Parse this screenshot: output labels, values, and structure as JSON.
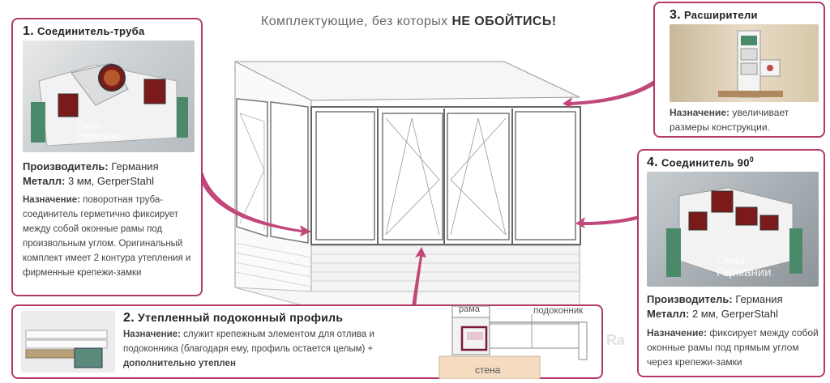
{
  "headline": {
    "prefix": "Комплектующие, без которых ",
    "emphasis": "НЕ ОБОЙТИСЬ!"
  },
  "card1": {
    "number": "1.",
    "title": "Соединитель-труба",
    "logo_line1": "Окна",
    "logo_line2": "Германии",
    "manufacturer_label": "Производитель:",
    "manufacturer_value": "Германия",
    "metal_label": "Металл:",
    "metal_value": "3 мм, GerperStahl",
    "purpose_label": "Назначение:",
    "purpose_text": "поворотная труба-соединитель герметично фиксирует между собой оконные рамы под произвольным углом. Оригинальный комплект имеет 2 контура утепления и фирменные крепежи-замки"
  },
  "card2": {
    "number": "2.",
    "title": "Утепленный подоконный профиль",
    "purpose_label": "Назначение:",
    "purpose_text": "служит крепежным элементом для отлива и подоконника (благодаря ему, профиль остается целым) + ",
    "purpose_bold": "дополнительно утеплен",
    "diagram_frame": "рама",
    "diagram_sill": "подоконник",
    "diagram_wall": "стена"
  },
  "card3": {
    "number": "3.",
    "title": "Расширители",
    "purpose_label": "Назначение:",
    "purpose_text": "увеличивает размеры конструкции."
  },
  "card4": {
    "number": "4.",
    "title": "Соединитель 90",
    "degree": "0",
    "logo_line1": "Окна",
    "logo_line2": "Германии",
    "manufacturer_label": "Производитель:",
    "manufacturer_value": "Германия",
    "metal_label": "Металл:",
    "metal_value": "2 мм, GerperStahl",
    "purpose_label": "Назначение:",
    "purpose_text": "фиксирует между собой оконные рамы под прямым углом через крепежи-замки"
  },
  "watermark": "Ra",
  "colors": {
    "accent": "#b23a6a",
    "arrow": "#c2477a",
    "wall": "#f5dcc0"
  }
}
